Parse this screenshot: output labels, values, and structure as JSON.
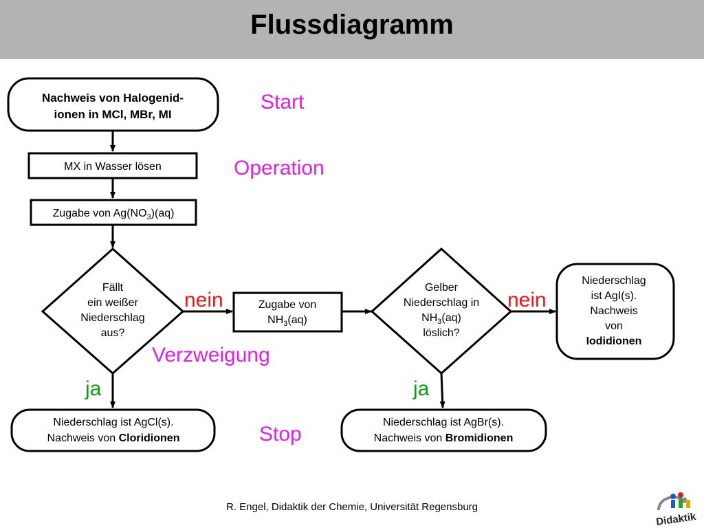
{
  "slide": {
    "title": "Flussdiagramm",
    "footer": "R. Engel, Didaktik der Chemie, Universität Regensburg",
    "logo_text": "Didaktik"
  },
  "labels": {
    "start": "Start",
    "operation": "Operation",
    "verzweigung": "Verzweigung",
    "stop": "Stop",
    "nein_1": "nein",
    "nein_2": "nein",
    "ja_1": "ja",
    "ja_2": "ja"
  },
  "colors": {
    "annotation": "#e020e0",
    "nein": "#e81818",
    "ja": "#119911",
    "title_bar": "#b3b3b3"
  },
  "nodes": {
    "start": {
      "lines": [
        [
          {
            "t": "Nachweis von Halogenid-",
            "b": true
          }
        ],
        [
          {
            "t": "ionen in MCl, MBr, MI",
            "b": true
          }
        ]
      ]
    },
    "op_dissolve": {
      "lines": [
        [
          {
            "t": "MX in Wasser lösen"
          }
        ]
      ]
    },
    "op_silver": {
      "lines": [
        [
          {
            "t": "Zugabe von Ag(NO"
          },
          {
            "t": "3",
            "sub": true
          },
          {
            "t": ")(aq)"
          }
        ]
      ]
    },
    "decision_white": {
      "lines": [
        [
          {
            "t": "Fällt"
          }
        ],
        [
          {
            "t": "ein weißer"
          }
        ],
        [
          {
            "t": "Niederschlag"
          }
        ],
        [
          {
            "t": "aus?"
          }
        ]
      ]
    },
    "op_ammonia": {
      "lines": [
        [
          {
            "t": "Zugabe von"
          }
        ],
        [
          {
            "t": "NH"
          },
          {
            "t": "3",
            "sub": true
          },
          {
            "t": "(aq)"
          }
        ]
      ]
    },
    "decision_yellow": {
      "lines": [
        [
          {
            "t": "Gelber"
          }
        ],
        [
          {
            "t": "Niederschlag in"
          }
        ],
        [
          {
            "t": "NH"
          },
          {
            "t": "3",
            "sub": true
          },
          {
            "t": "(aq)"
          }
        ],
        [
          {
            "t": "löslich?"
          }
        ]
      ]
    },
    "stop_iodide": {
      "lines": [
        [
          {
            "t": "Niederschlag"
          }
        ],
        [
          {
            "t": "ist AgI(s)."
          }
        ],
        [
          {
            "t": "Nachweis"
          }
        ],
        [
          {
            "t": "von"
          }
        ],
        [
          {
            "t": "Iodidionen",
            "b": true
          }
        ]
      ]
    },
    "stop_chloride": {
      "lines": [
        [
          {
            "t": "Niederschlag ist AgCl(s)."
          }
        ],
        [
          {
            "t": "Nachweis von "
          },
          {
            "t": "Cloridionen",
            "b": true
          }
        ]
      ]
    },
    "stop_bromide": {
      "lines": [
        [
          {
            "t": "Niederschlag ist AgBr(s)."
          }
        ],
        [
          {
            "t": "Nachweis von "
          },
          {
            "t": "Bromidionen",
            "b": true
          }
        ]
      ]
    }
  }
}
